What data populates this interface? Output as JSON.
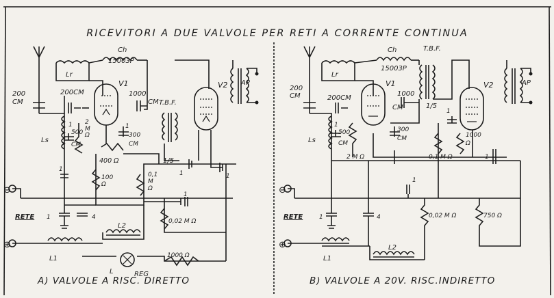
{
  "title": "RICEVITORI A DUE VALVOLE PER RETI A CORRENTE CONTINUA",
  "left": {
    "caption": "A) VALVOLE A RISC. DIRETTO",
    "labels": {
      "ch": "Ch",
      "ch_val": "15003P",
      "lr": "Lr",
      "v1": "V1",
      "v2": "V2",
      "ap": "AP",
      "c200_a": "200",
      "c200_b": "CM",
      "c200cm": "200CM",
      "c1000": "1000",
      "cm": "CM",
      "tbf": "T.B.F.",
      "l_s": "Ls",
      "c500_a": "500",
      "c500_b": "CM",
      "r2_a": "2",
      "r2_b": "M",
      "r2_c": "Ω",
      "c1_a": "1",
      "c1_b": "1",
      "c300_a": "300",
      "c300_b": "CM",
      "r400": "400 Ω",
      "ratio": "1/5",
      "c_1a": "1",
      "c_1b": "1",
      "c_1c": "1",
      "c_1d": "1",
      "r100_a": "100",
      "r100_b": "Ω",
      "r01_a": "0,1",
      "r01_b": "M",
      "r01_c": "Ω",
      "r002": "0,02 M Ω",
      "rete": "RETE",
      "c1_rete": "1",
      "c4": "4",
      "l2": "L2",
      "l1": "L1",
      "lamp_l": "L",
      "reg": "REG",
      "r1000": "1000 Ω",
      "minus": "⊖",
      "plus": "⊕"
    }
  },
  "right": {
    "caption": "B) VALVOLE A 20V. RISC.INDIRETTO",
    "labels": {
      "ch": "Ch",
      "ch_val": "15003P",
      "tbf": "T.B.F.",
      "lr": "Lr",
      "v1": "V1",
      "v2": "V2",
      "ap": "AP",
      "c200_a": "200",
      "c200_b": "CM",
      "c200cm": "200CM",
      "c1000": "1000",
      "cm": "CM",
      "ratio": "1/5",
      "l_s": "Ls",
      "c500_a": "500",
      "c500_b": "CM",
      "c300_a": "300",
      "c300_b": "CM",
      "c1a": "1",
      "c1b": "1",
      "r2m": "2 M Ω",
      "r01m": "0,1 M Ω",
      "r1000_a": "1000",
      "r1000_b": "Ω",
      "c_1r": "1",
      "rete": "RETE",
      "c1_rete": "1",
      "c4": "4",
      "c_mid": "1",
      "r002": "0,02 M Ω",
      "r750": "750 Ω",
      "l1": "L1",
      "l2": "L2",
      "minus": "⊖",
      "plus": "⊕"
    }
  }
}
